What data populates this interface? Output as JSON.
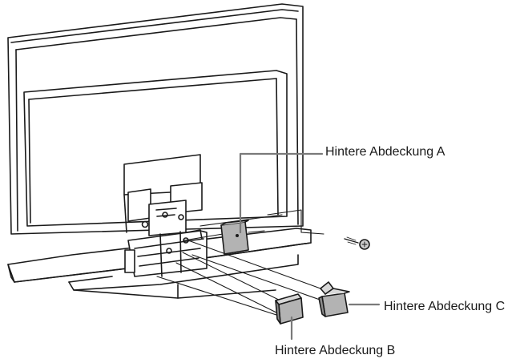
{
  "callouts": {
    "cover_a": "Hintere Abdeckung A",
    "cover_b": "Hintere Abdeckung B",
    "cover_c": "Hintere Abdeckung C"
  },
  "colors": {
    "line": "#1a1a1a",
    "cover_fill": "#b3b3b3",
    "cover_dark": "#8c8c8c",
    "callout_line": "#7a7a7a",
    "screw_fill": "#cfcfcf"
  },
  "icons": [
    "screw-icon"
  ]
}
